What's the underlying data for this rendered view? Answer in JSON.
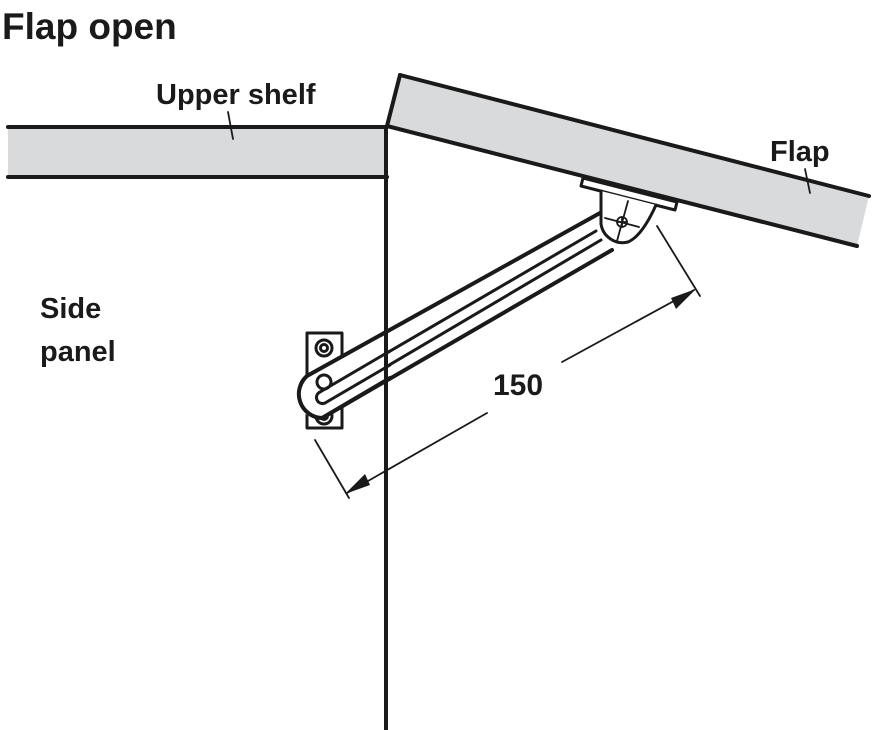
{
  "title": "Flap open",
  "labels": {
    "upper_shelf": "Upper shelf",
    "flap": "Flap",
    "side_panel_line1": "Side",
    "side_panel_line2": "panel"
  },
  "dimension": {
    "value": "150"
  },
  "colors": {
    "board_fill": "#d9dadb",
    "line": "#1a1a1a",
    "background": "#ffffff"
  }
}
